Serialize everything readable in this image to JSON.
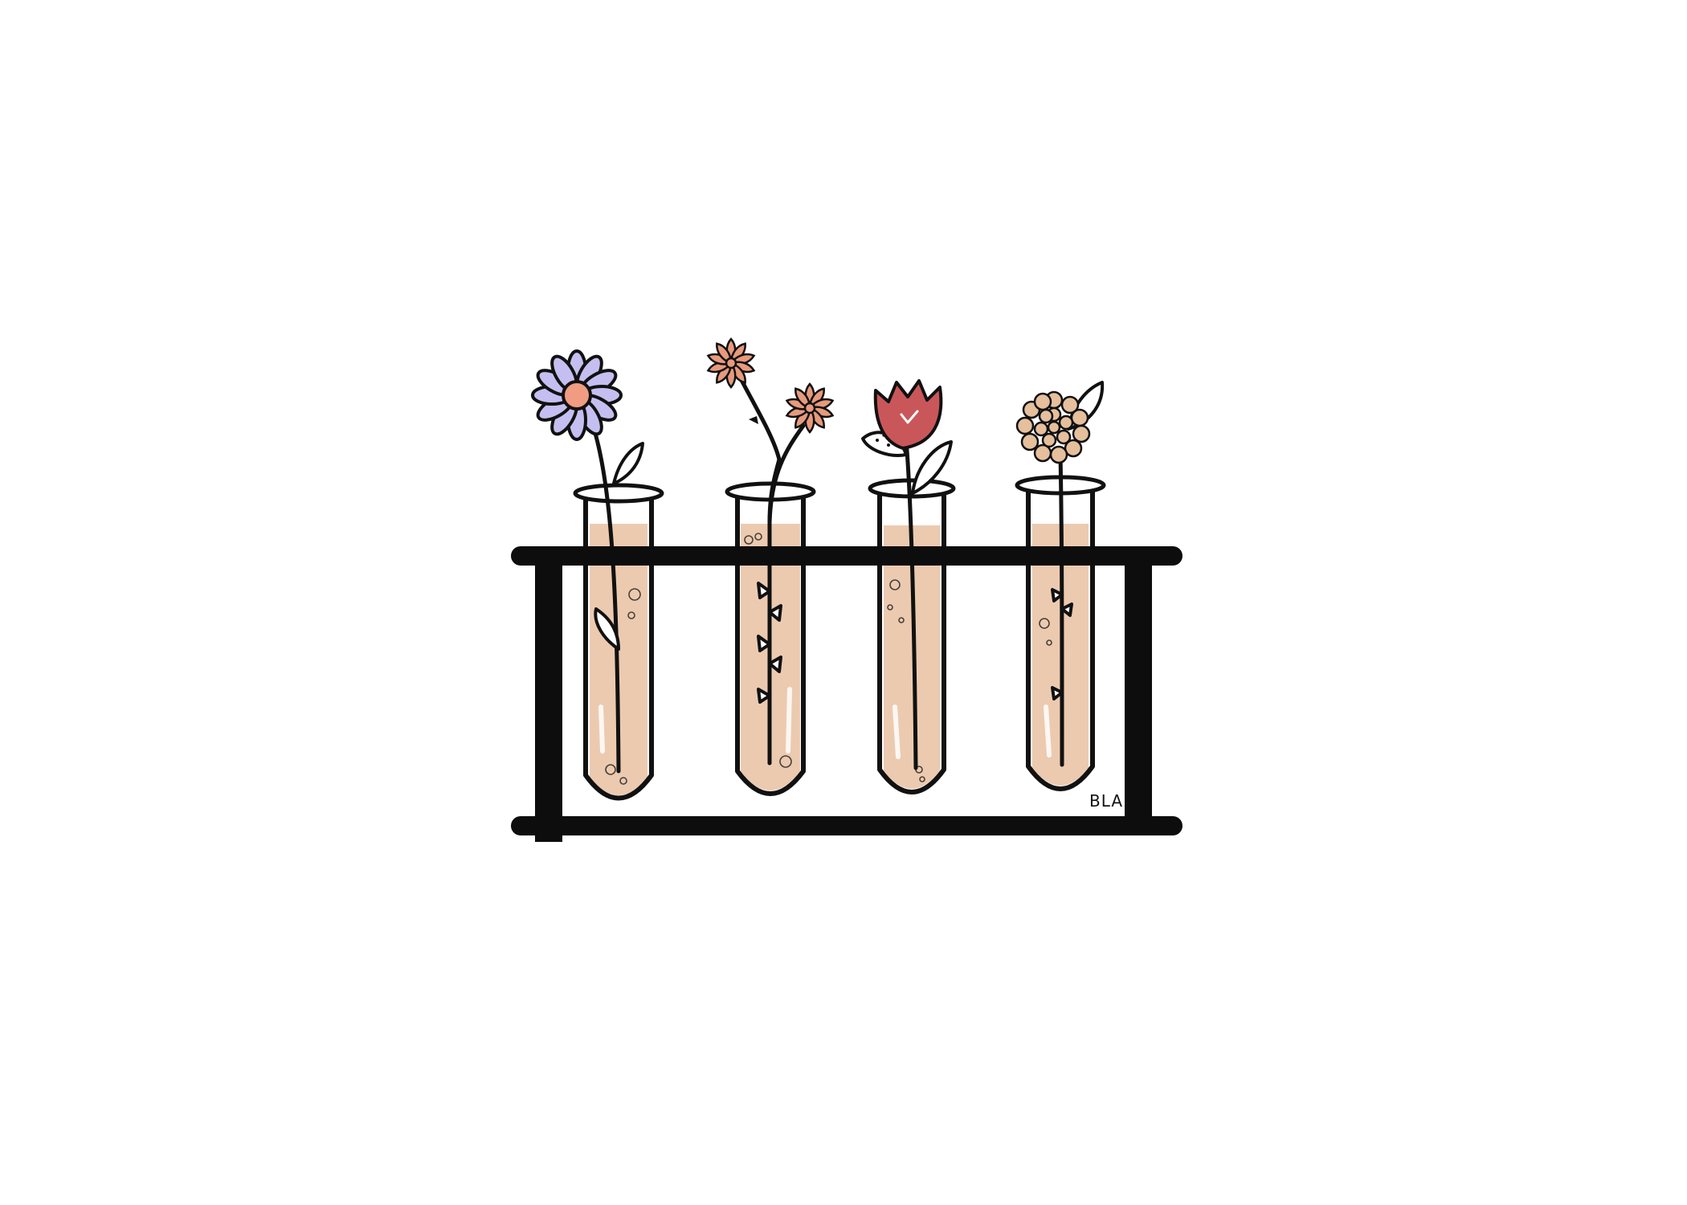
{
  "artwork": {
    "signature": "BLA",
    "colors": {
      "outline": "#111111",
      "rack": "#0d0d0d",
      "liquid": "#eccab0",
      "glass": "#ffffff",
      "daisy_petals": "#c5bff1",
      "daisy_center": "#ef9c82",
      "orange_flowers": "#e79a7c",
      "tulip": "#c9575a",
      "dahlia": "#e6c09c"
    },
    "objects": [
      {
        "name": "test-tube-rack"
      },
      {
        "name": "test-tube",
        "count": 4
      },
      {
        "name": "daisy-flower"
      },
      {
        "name": "orange-daisy-pair"
      },
      {
        "name": "tulip-flower"
      },
      {
        "name": "dahlia-flower"
      }
    ]
  }
}
